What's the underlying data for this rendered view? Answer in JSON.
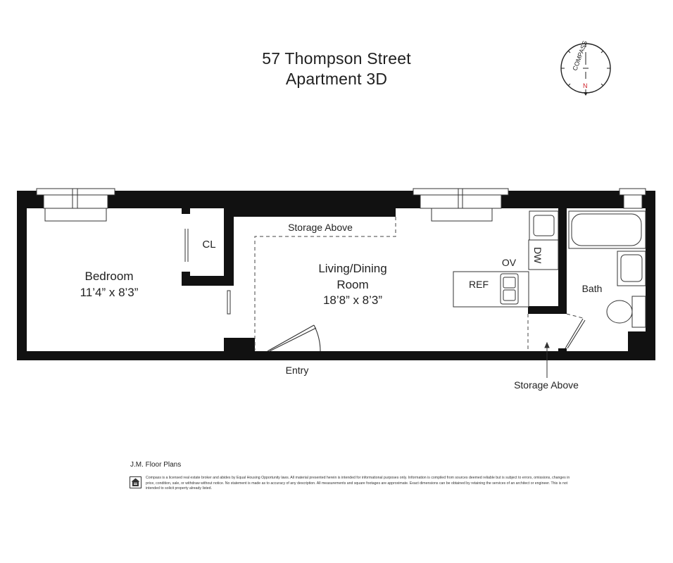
{
  "header": {
    "line1": "57 Thompson Street",
    "line2": "Apartment 3D"
  },
  "compass": {
    "label": "COMPASS",
    "north": "N"
  },
  "rooms": {
    "bedroom_name": "Bedroom",
    "bedroom_dims": "11’4” x 8’3”",
    "closet": "CL",
    "living_name_1": "Living/Dining",
    "living_name_2": "Room",
    "living_dims": "18’8” x 8’3”",
    "storage_above_top": "Storage Above",
    "refrigerator": "REF",
    "oven": "OV",
    "dishwasher": "DW",
    "bath": "Bath",
    "entry": "Entry",
    "storage_above_bottom": "Storage Above"
  },
  "footer": {
    "credit": "J.M. Floor Plans",
    "disclaimer": "Compass is a licensed real estate broker and abides by Equal Housing Opportunity laws. All material presented herein is intended for informational purposes only. Information is compiled from sources deemed reliable but is subject to errors, omissions, changes in price, condition, sale, or withdraw without notice. No statement is made as to accuracy of any description. All measurements and square footages are approximate. Exact dimensions can be obtained by retaining the services of an architect or engineer. This is not intended to solicit property already listed."
  },
  "colors": {
    "wall": "#111111",
    "line": "#333333",
    "north": "#d0202a"
  }
}
